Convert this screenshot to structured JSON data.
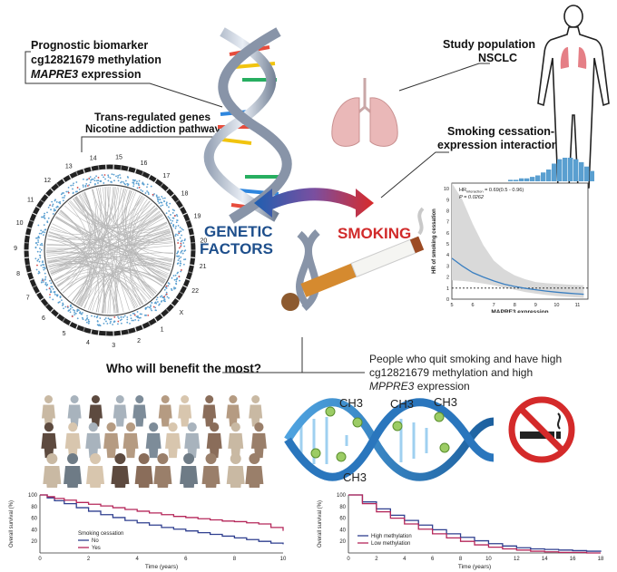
{
  "labels": {
    "prognostic_title": "Prognostic biomarker",
    "prognostic_line2": "cg12821679 methylation",
    "prognostic_line3_gene": "MAPRE3",
    "prognostic_line3_rest": " expression",
    "trans_title": "Trans-regulated genes",
    "trans_line2": "Nicotine addiction pathway",
    "study_title": "Study population",
    "study_line2": "NSCLC",
    "smoking_interaction_line1": "Smoking cessation-",
    "smoking_interaction_line2": "expression interaction",
    "genetic_line1": "GENETIC",
    "genetic_line2": "FACTORS",
    "smoking_word": "SMOKING",
    "who_benefit": "Who will benefit the most?",
    "people_line1": "People who quit smoking and have high",
    "people_line2": "cg12821679 methylation and high",
    "people_line3_gene": "MPPRE3",
    "people_line3_rest": " expression",
    "ch3": "CH3"
  },
  "circos": {
    "chromosome_labels": [
      "13",
      "14",
      "15",
      "16",
      "17",
      "18",
      "19",
      "20",
      "21",
      "22",
      "X",
      "1",
      "2",
      "3",
      "4",
      "5",
      "6",
      "7",
      "8",
      "9",
      "10",
      "11",
      "12"
    ]
  },
  "chart_data": [
    {
      "type": "line",
      "title": "",
      "annotation_line1": "HR",
      "annotation_sub": "interaction",
      "annotation_rest": " = 0.69(0.5 - 0.96)",
      "annotation_p": "P = 0.0262",
      "xlabel": "MAPRE3 expression",
      "ylabel": "HR of smoking cessation",
      "xlim": [
        5,
        11.5
      ],
      "ylim": [
        0,
        10.5
      ],
      "x_ticks": [
        "5",
        "6",
        "7",
        "8",
        "9",
        "10",
        "11"
      ],
      "y_ticks": [
        "0",
        "1",
        "2",
        "3",
        "4",
        "5",
        "6",
        "7",
        "8",
        "9",
        "10"
      ],
      "reference_line_y": 1,
      "series": [
        {
          "x": [
            5.0,
            5.5,
            6.0,
            6.5,
            7.0,
            7.5,
            8.0,
            8.5,
            9.0,
            9.5,
            10.0,
            10.5,
            11.0,
            11.3
          ],
          "y": [
            3.7,
            3.0,
            2.4,
            2.0,
            1.65,
            1.35,
            1.15,
            0.98,
            0.85,
            0.73,
            0.63,
            0.55,
            0.48,
            0.44
          ],
          "lower": [
            1.7,
            1.65,
            1.55,
            1.42,
            1.25,
            1.05,
            0.85,
            0.65,
            0.5,
            0.38,
            0.28,
            0.2,
            0.15,
            0.12
          ],
          "upper": [
            10.5,
            9.0,
            6.8,
            4.9,
            3.5,
            2.7,
            2.15,
            1.8,
            1.55,
            1.45,
            1.38,
            1.32,
            1.28,
            1.26
          ]
        }
      ],
      "histogram_counts": [
        1,
        1,
        2,
        2,
        3,
        4,
        6,
        8,
        12,
        15,
        16,
        16,
        15,
        13,
        10,
        7,
        5,
        3
      ]
    },
    {
      "type": "line",
      "xlabel": "Time (years)",
      "ylabel": "Overall survival (%)",
      "xlim": [
        0,
        10
      ],
      "ylim": [
        0,
        100
      ],
      "x_ticks": [
        "0",
        "2",
        "4",
        "6",
        "8",
        "10"
      ],
      "y_ticks": [
        "20",
        "40",
        "60",
        "80",
        "100"
      ],
      "legend_title": "Smoking cessation",
      "series": [
        {
          "name": "No",
          "color": "#2f3f8f",
          "x": [
            0,
            0.3,
            0.6,
            1,
            1.5,
            2,
            2.5,
            3,
            3.5,
            4,
            4.5,
            5,
            5.5,
            6,
            6.5,
            7,
            7.5,
            8,
            8.5,
            9,
            9.5,
            10
          ],
          "y": [
            100,
            95,
            90,
            85,
            78,
            72,
            66,
            61,
            56,
            52,
            48,
            44,
            41,
            38,
            35,
            32,
            29,
            26,
            23,
            20,
            17,
            15
          ]
        },
        {
          "name": "Yes",
          "color": "#b5275a",
          "x": [
            0,
            0.3,
            0.6,
            1,
            1.5,
            2,
            2.5,
            3,
            3.5,
            4,
            4.5,
            5,
            5.5,
            6,
            6.5,
            7,
            7.5,
            8,
            8.5,
            9,
            9.5,
            10
          ],
          "y": [
            100,
            97,
            94,
            91,
            87,
            84,
            81,
            78,
            75,
            72,
            69,
            66,
            63,
            61,
            59,
            57,
            55,
            54,
            52,
            50,
            44,
            38
          ]
        }
      ]
    },
    {
      "type": "line",
      "xlabel": "Time (years)",
      "ylabel": "Overall survival (%)",
      "xlim": [
        0,
        18
      ],
      "ylim": [
        0,
        100
      ],
      "x_ticks": [
        "0",
        "2",
        "4",
        "6",
        "8",
        "10",
        "12",
        "14",
        "16",
        "18"
      ],
      "y_ticks": [
        "20",
        "40",
        "60",
        "80",
        "100"
      ],
      "series": [
        {
          "name": "High methylation",
          "color": "#2f3f8f",
          "x": [
            0,
            1,
            2,
            3,
            4,
            5,
            6,
            7,
            8,
            9,
            10,
            11,
            12,
            13,
            14,
            15,
            16,
            17,
            18
          ],
          "y": [
            100,
            88,
            76,
            65,
            56,
            48,
            40,
            33,
            27,
            21,
            16,
            12,
            9,
            7,
            6,
            5,
            4,
            3,
            2
          ]
        },
        {
          "name": "Low methylation",
          "color": "#b5275a",
          "x": [
            0,
            1,
            2,
            3,
            4,
            5,
            6,
            7,
            8,
            9,
            10,
            11,
            12,
            13,
            14,
            15,
            16,
            17,
            18
          ],
          "y": [
            100,
            85,
            71,
            60,
            50,
            41,
            33,
            26,
            20,
            14,
            10,
            7,
            5,
            3,
            2,
            1,
            1,
            0,
            0
          ]
        }
      ]
    }
  ]
}
